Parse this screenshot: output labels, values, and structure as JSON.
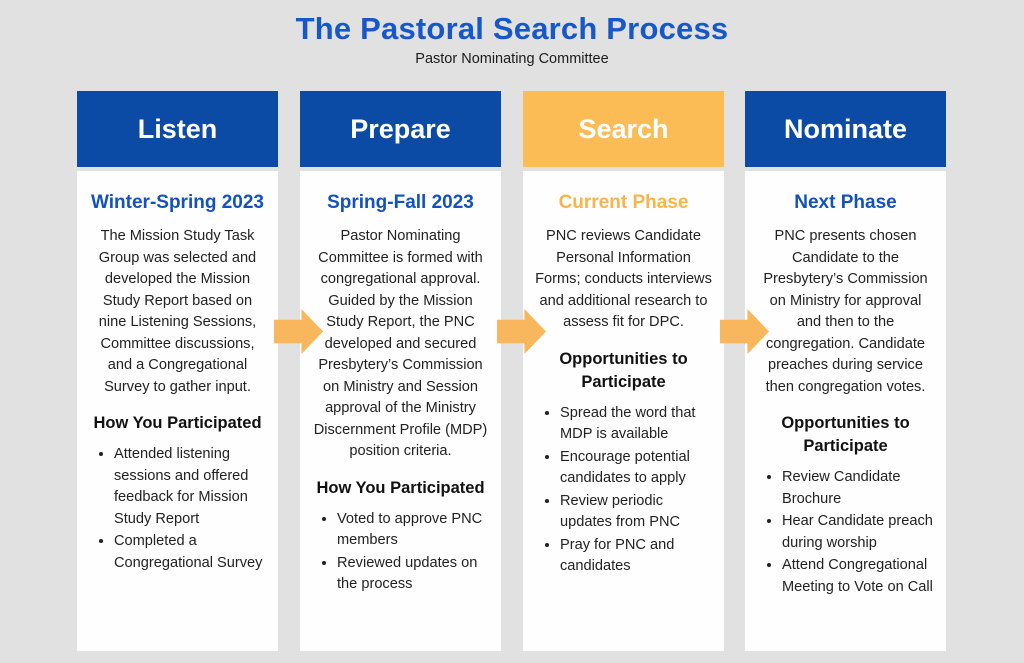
{
  "title": "The Pastoral Search Process",
  "subtitle": "Pastor Nominating Committee",
  "colors": {
    "background": "#e1e1e1",
    "blue_header": "#0b4ba6",
    "orange_header": "#fbbb55",
    "title_blue": "#1658c8",
    "phase_blue": "#1252bc",
    "orange_text": "#f9b44a",
    "arrow_orange": "#f8b75c",
    "card_bg": "#fefefe",
    "text_dark": "#222222"
  },
  "columns": [
    {
      "header": "Listen",
      "phase": "Winter-Spring 2023",
      "body": "The Mission Study Task Group was selected and developed the Mission Study Report based on nine Listening Sessions, Committee discussions, and a Congregational Survey to gather input.",
      "section_heading": "How You Participated",
      "bullets": [
        "Attended listening sessions and offered feedback for Mission Study Report",
        "Completed a Congregational Survey"
      ]
    },
    {
      "header": "Prepare",
      "phase": "Spring-Fall 2023",
      "body": "Pastor Nominating Committee is formed with congregational approval. Guided by the Mission Study Report, the PNC developed and secured Presbytery’s Commission on Ministry and Session approval of the Ministry Discernment Profile (MDP) position criteria.",
      "section_heading": "How You Participated",
      "bullets": [
        "Voted to approve PNC members",
        "Reviewed updates on the process"
      ]
    },
    {
      "header": "Search",
      "phase": "Current Phase",
      "body": "PNC reviews Candidate Personal Information Forms; conducts interviews and additional research to assess fit for DPC.",
      "section_heading": "Opportunities to Participate",
      "bullets": [
        "Spread the word that MDP is available",
        "Encourage potential candidates to apply",
        "Review periodic updates from PNC",
        "Pray for PNC and candidates"
      ]
    },
    {
      "header": "Nominate",
      "phase": "Next Phase",
      "body": "PNC presents chosen Candidate to the Presbytery’s Commission on Ministry for approval and then to the congregation. Candidate preaches during service then congregation votes.",
      "section_heading": "Opportunities to Participate",
      "bullets": [
        "Review Candidate Brochure",
        "Hear Candidate preach during worship",
        "Attend Congregational Meeting to Vote on Call"
      ]
    }
  ]
}
